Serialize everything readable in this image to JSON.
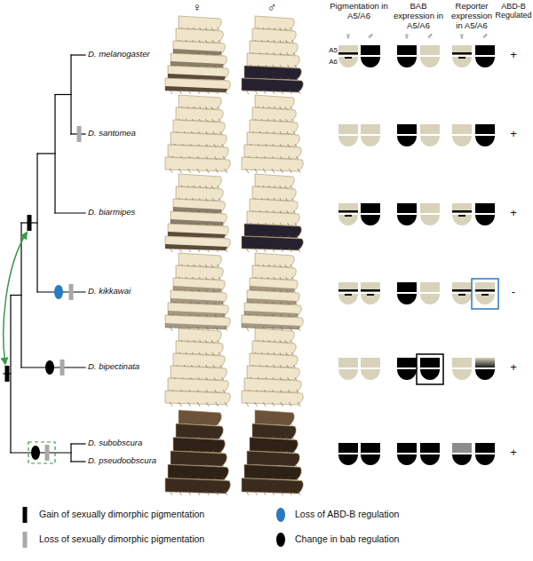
{
  "diagram": {
    "labels": [
      "♀",
      "♂",
      "Pigmentation in A5/A6",
      "BAB expression in A5/A6",
      "Reporter expression in A5/A6",
      "ABD-B Regulated",
      "♀",
      "♂",
      "♀",
      "♂",
      "♀",
      "♂",
      "D. melanogaster",
      "D. santomea",
      "D. biarmipes",
      "D. kikkawai",
      "D. bipectinata",
      "D. subobscura",
      "D. pseudoobscura",
      "A5",
      "A6",
      "+",
      "+",
      "+",
      "-",
      "+",
      "+"
    ],
    "legend": [
      {
        "text": "Gain of sexually dimorphic pigmentation",
        "color": "#000000"
      },
      {
        "text": "Loss of sexually dimorphic pigmentation",
        "color": "#a9a9a9"
      },
      {
        "text": "Loss of ABD-B regulation",
        "color": "#2a7ac0"
      },
      {
        "text": "Change in bab regulation",
        "color": "#000000"
      }
    ]
  }
}
